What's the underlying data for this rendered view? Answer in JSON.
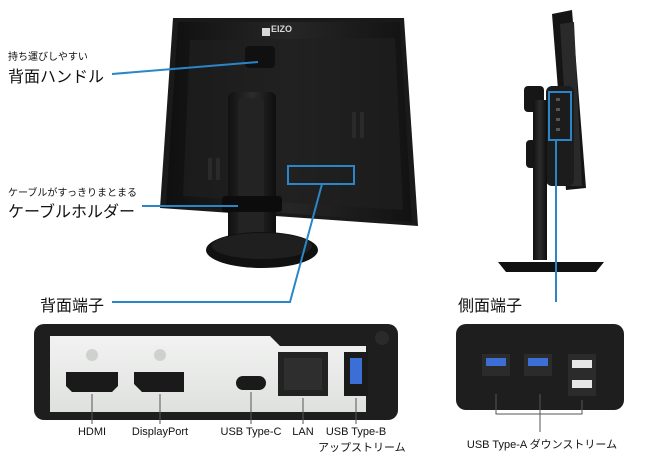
{
  "brand": {
    "logo_text": "EIZO"
  },
  "callouts": {
    "handle_note": "持ち運びしやすい",
    "handle_title": "背面ハンドル",
    "cable_note": "ケーブルがすっきりまとまる",
    "cable_title": "ケーブルホルダー",
    "rear_ports_title": "背面端子",
    "side_ports_title": "側面端子"
  },
  "rear_ports": [
    {
      "label": "HDMI"
    },
    {
      "label": "DisplayPort"
    },
    {
      "label": "USB Type-C"
    },
    {
      "label": "LAN"
    },
    {
      "label": "USB Type-B",
      "sub": "アップストリーム"
    }
  ],
  "side_ports": {
    "label": "USB Type-A ダウンストリーム"
  },
  "colors": {
    "accent": "#2a86c8",
    "monitor_body": "#1c1c1c",
    "panel_face": "#e9ebe9",
    "usb_blue": "#3b6fd6"
  }
}
